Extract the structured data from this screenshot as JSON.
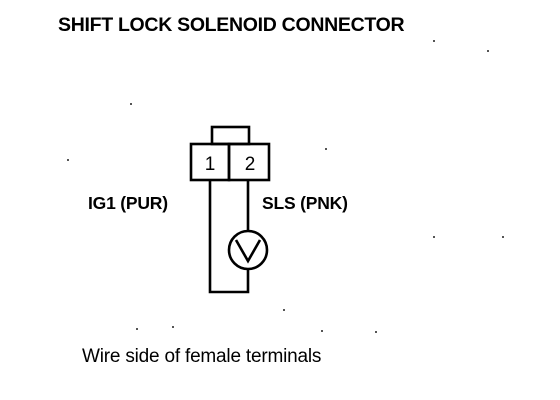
{
  "title": "SHIFT LOCK SOLENOID CONNECTOR",
  "connector": {
    "terminals": [
      "1",
      "2"
    ]
  },
  "wires": {
    "left_label": "IG1 (PUR)",
    "right_label": "SLS (PNK)"
  },
  "meter_icon": "voltmeter-icon",
  "caption": "Wire side of female terminals"
}
